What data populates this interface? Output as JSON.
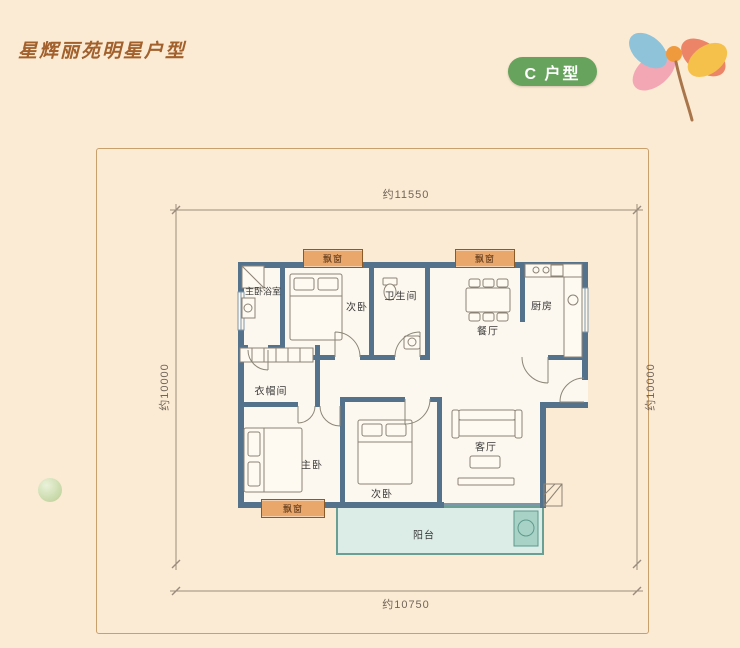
{
  "header": {
    "title": "星辉丽苑明星户型",
    "badge": "C 户型"
  },
  "dimensions": {
    "top": "约11550",
    "bottom": "约10750",
    "left": "约10000",
    "right": "约10000"
  },
  "rooms": [
    {
      "id": "master-bathroom",
      "label": "主卧浴室"
    },
    {
      "id": "bedroom-second-top",
      "label": "次卧"
    },
    {
      "id": "bathroom",
      "label": "卫生间"
    },
    {
      "id": "dining-room",
      "label": "餐厅"
    },
    {
      "id": "kitchen",
      "label": "厨房"
    },
    {
      "id": "cloakroom",
      "label": "衣帽间"
    },
    {
      "id": "master-bedroom",
      "label": "主卧"
    },
    {
      "id": "bedroom-second-bottom",
      "label": "次卧"
    },
    {
      "id": "living-room",
      "label": "客厅"
    },
    {
      "id": "balcony",
      "label": "阳台"
    }
  ],
  "bay_windows": [
    {
      "label": "飘窗"
    },
    {
      "label": "飘窗"
    },
    {
      "label": "飘窗"
    }
  ],
  "colors": {
    "background": "#fcebd4",
    "title": "#a2602c",
    "badge_bg": "#67a35d",
    "badge_text": "#ffffff",
    "wall": "#54728b",
    "bay_window": "#e9a76b",
    "balcony_fill": "#dcece6",
    "balcony_border": "#6aa094"
  }
}
